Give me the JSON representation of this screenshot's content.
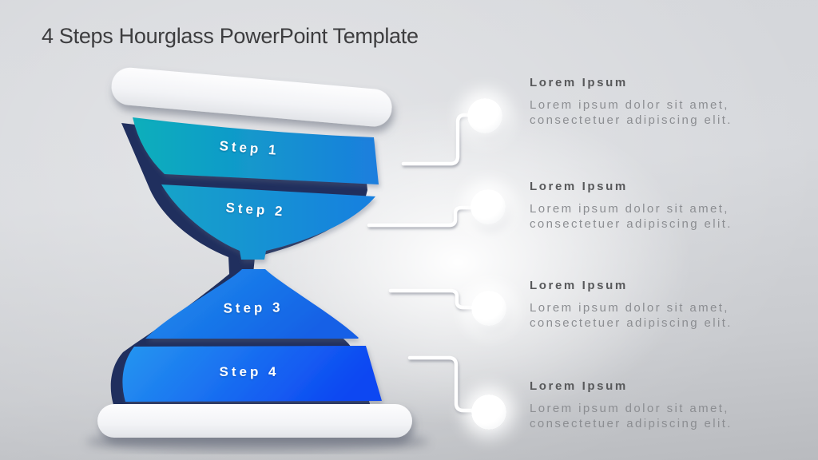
{
  "slide": {
    "title": "4 Steps Hourglass PowerPoint Template"
  },
  "hourglass": {
    "steps": [
      {
        "label": "Step 1"
      },
      {
        "label": "Step 2"
      },
      {
        "label": "Step 3"
      },
      {
        "label": "Step 4"
      }
    ]
  },
  "items": [
    {
      "heading": "Lorem Ipsum",
      "body": "Lorem ipsum dolor sit amet, consectetuer adipiscing elit."
    },
    {
      "heading": "Lorem Ipsum",
      "body": "Lorem ipsum dolor sit amet, consectetuer adipiscing elit."
    },
    {
      "heading": "Lorem Ipsum",
      "body": "Lorem ipsum dolor sit amet, consectetuer adipiscing elit."
    },
    {
      "heading": "Lorem Ipsum",
      "body": "Lorem ipsum dolor sit amet, consectetuer adipiscing elit."
    }
  ],
  "colors": {
    "teal": "#0aafbb",
    "blue": "#1b7ede",
    "teal2": "#14a3c8",
    "blue2": "#177fe0",
    "bell_light": "#2090ec",
    "bell_deep": "#1260e6",
    "band_light": "#2596f0",
    "deep_blue": "#0d47f2",
    "navy": "#202f5e",
    "title_text": "#3d3d3f",
    "heading_text": "#58595b",
    "body_text": "#8c8e92"
  }
}
